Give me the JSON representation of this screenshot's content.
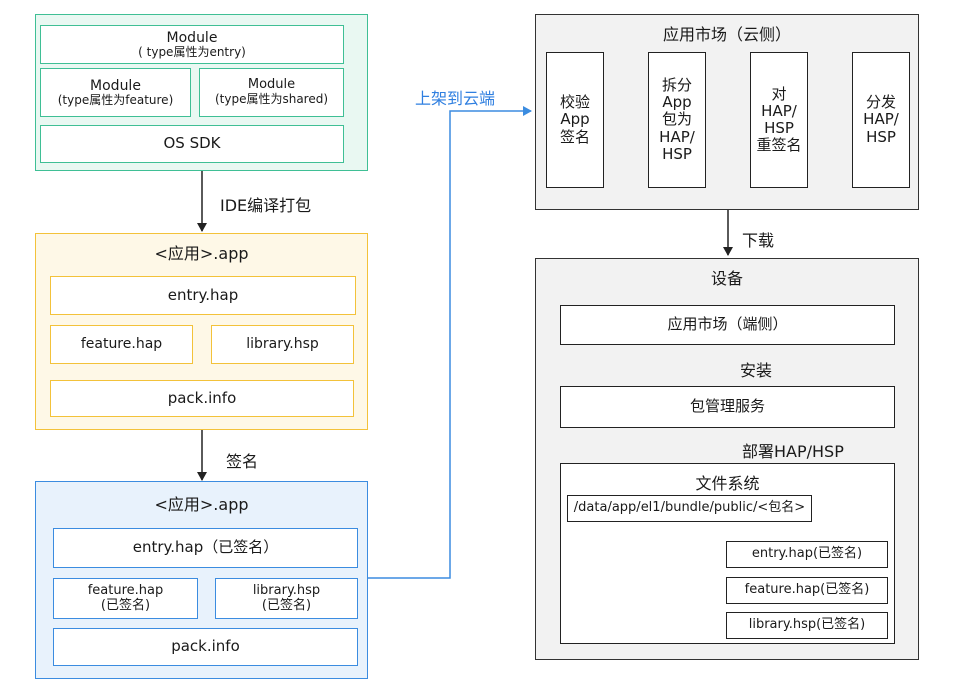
{
  "source": {
    "module_entry": {
      "line1": "Module",
      "line2": "( type属性为entry)"
    },
    "module_feature": {
      "line1": "Module",
      "line2": "(type属性为feature)"
    },
    "module_shared": {
      "line1": "Module",
      "line2": "(type属性为shared)"
    },
    "os_sdk": "OS SDK"
  },
  "step_compile": "IDE编译打包",
  "app_unsigned": {
    "title": "<应用>.app",
    "entry": "entry.hap",
    "feature": "feature.hap",
    "library": "library.hsp",
    "pack": "pack.info"
  },
  "step_sign": "签名",
  "app_signed": {
    "title": "<应用>.app",
    "entry": "entry.hap（已签名）",
    "feature": {
      "line1": "feature.hap",
      "line2": "(已签名)"
    },
    "library": {
      "line1": "library.hsp",
      "line2": "(已签名)"
    },
    "pack": "pack.info"
  },
  "step_upload": "上架到云端",
  "cloud": {
    "title": "应用市场（云侧）",
    "steps": [
      {
        "text": "校验\nApp\n签名"
      },
      {
        "text": "拆分\nApp\n包为\nHAP/\nHSP"
      },
      {
        "text": "对\nHAP/\nHSP\n重签名"
      },
      {
        "text": "分发\nHAP/\nHSP"
      }
    ]
  },
  "step_download": "下载",
  "device": {
    "title": "设备",
    "market": "应用市场（端侧）",
    "step_install": "安装",
    "bundle_service": "包管理服务",
    "step_deploy": "部署HAP/HSP",
    "fs": {
      "title": "文件系统",
      "path": "/data/app/el1/bundle/public/<包名>",
      "files": [
        "entry.hap(已签名)",
        "feature.hap(已签名)",
        "library.hsp(已签名)"
      ]
    }
  },
  "colors": {
    "green": "#3fbf95",
    "yellow": "#f3c23a",
    "blue": "#3b8ce0",
    "upload_text": "#2f7fe0",
    "dark": "#222222"
  }
}
